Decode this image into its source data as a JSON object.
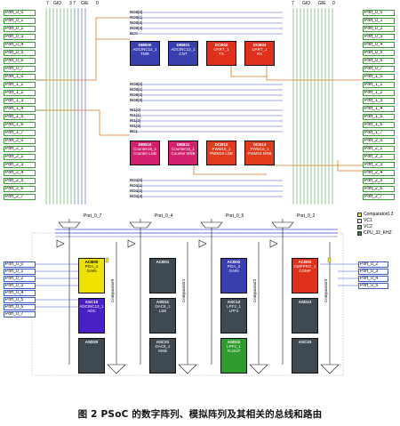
{
  "caption": "图 2 PSoC 的数字阵列、模拟阵列及其相关的总线和路由",
  "header_left": {
    "a": "7",
    "b": "GIO",
    "c": "3 7",
    "d": "GIE",
    "e": "0"
  },
  "header_right": {
    "a": "7",
    "b": "GIO",
    "c": "GIE",
    "d": "0"
  },
  "left_ports": [
    "Port_0_0",
    "Port_0_1",
    "Port_0_2",
    "Port_0_3",
    "Port_0_4",
    "Port_0_5",
    "Port_0_6",
    "Port_0_7",
    "Port_1_0",
    "Port_1_1",
    "Port_1_2",
    "Port_1_3",
    "Port_1_4",
    "Port_1_5",
    "Port_1_6",
    "Port_1_7",
    "Port_2_0",
    "Port_2_1",
    "Port_2_2",
    "Port_2_3",
    "Port_2_4",
    "Port_2_5",
    "Port_2_6",
    "Port_2_7"
  ],
  "right_ports": [
    "Port_0_0",
    "Port_0_1",
    "Port_0_2",
    "Port_0_3",
    "Port_0_4",
    "Port_0_5",
    "Port_0_6",
    "Port_0_7",
    "Port_1_0",
    "Port_1_1",
    "Port_1_2",
    "Port_1_3",
    "Port_1_4",
    "Port_1_5",
    "Port_1_6",
    "Port_1_7",
    "Port_2_0",
    "Port_2_1",
    "Port_2_2",
    "Port_2_3",
    "Port_2_4",
    "Port_2_5",
    "Port_2_6",
    "Port_2_7"
  ],
  "top_rows": [
    "RO0[0]",
    "RO0[1]",
    "RO0[2]",
    "RO0[3]",
    "BC0"
  ],
  "mid_rows": [
    "RO0[0]",
    "RO0[1]",
    "RO0[2]",
    "RO0[3]"
  ],
  "ri1_rows": [
    "RI1[0]",
    "RI1[1]",
    "RI1[2]",
    "RI1[3]",
    "BC1"
  ],
  "ro1_rows": [
    "RO1[0]",
    "RO1[1]",
    "RO1[2]",
    "RO1[3]"
  ],
  "digital_row0": [
    {
      "name": "DBB00",
      "l1": "ADCINC12_1",
      "l2": "TMR"
    },
    {
      "name": "DBB01",
      "l1": "ADCINC12_1",
      "l2": "CNT"
    },
    {
      "name": "DCB02",
      "l1": "UART_1",
      "l2": "TX"
    },
    {
      "name": "DCB03",
      "l1": "UART_1",
      "l2": "RX"
    }
  ],
  "digital_row1": [
    {
      "name": "DBB10",
      "l1": "Counter16_1",
      "l2": "Counter LSB"
    },
    {
      "name": "DBB11",
      "l1": "Counter16_1",
      "l2": "Counter MSB"
    },
    {
      "name": "DCB12",
      "l1": "PWM16_1",
      "l2": "PWM16 LSB"
    },
    {
      "name": "DCB13",
      "l1": "PWM16_1",
      "l2": "PWM16 MSB"
    }
  ],
  "analog_bus_labels": [
    "Port_0_7",
    "Port_0_4",
    "Port_0_5",
    "Port_0_2"
  ],
  "analog_blocks": [
    [
      {
        "name": "ACB00",
        "l1": "PGA_1",
        "l2": "GAIN"
      },
      {
        "name": "ASC10",
        "l1": "ADCINC12_1",
        "l2": "ADC"
      },
      {
        "name": "ASD20",
        "l1": "",
        "l2": ""
      }
    ],
    [
      {
        "name": "ACB01",
        "l1": "",
        "l2": ""
      },
      {
        "name": "ASD11",
        "l1": "DAC8_1",
        "l2": "LSB"
      },
      {
        "name": "ASC21",
        "l1": "DAC8_1",
        "l2": "MSB"
      }
    ],
    [
      {
        "name": "ACB02",
        "l1": "PGA_2",
        "l2": "GAIN"
      },
      {
        "name": "ASC12",
        "l1": "LPF2_1",
        "l2": "LPF2"
      },
      {
        "name": "ASD22",
        "l1": "LPF2_1",
        "l2": "FLOUT"
      }
    ],
    [
      {
        "name": "ACB03",
        "l1": "CMPPRG_1",
        "l2": "COMP"
      },
      {
        "name": "ASD13",
        "l1": "",
        "l2": ""
      },
      {
        "name": "ASC23",
        "l1": "",
        "l2": ""
      }
    ]
  ],
  "comparator_labels": [
    "Comparator0",
    "Comparator1",
    "Comparator2",
    "Comparator3"
  ],
  "analog_left_ports": [
    "Port_0_0",
    "Port_0_1",
    "Port_0_2",
    "Port_0_3",
    "Port_0_4",
    "Port_0_5",
    "Port_0_6",
    "Port_0_7"
  ],
  "analog_right_ports": [
    "Port_0_2",
    "Port_0_3",
    "Port_0_4",
    "Port_0_5"
  ],
  "legend": [
    {
      "label": "Comparator0.3",
      "color": "#f2e600"
    },
    {
      "label": "VC1",
      "color": "#ffffff"
    },
    {
      "label": "VC2",
      "color": "#6dbf5b"
    },
    {
      "label": "CPU_32_KHZ",
      "color": "#2b8a2b"
    }
  ],
  "colors": {
    "digital_blue": "#3a3fb0",
    "uart_red": "#e0301c",
    "counter_pink": "#d1206e",
    "pwm_red": "#e23a1c",
    "acb_yellow": "#efe200",
    "adc_purple": "#4a1fc6",
    "gray_block": "#3d4a54",
    "lpf_green": "#2f9a2f",
    "orange_wire": "#e07820",
    "green_wire": "#3aa63a",
    "blue_wire": "#3b55c8"
  }
}
